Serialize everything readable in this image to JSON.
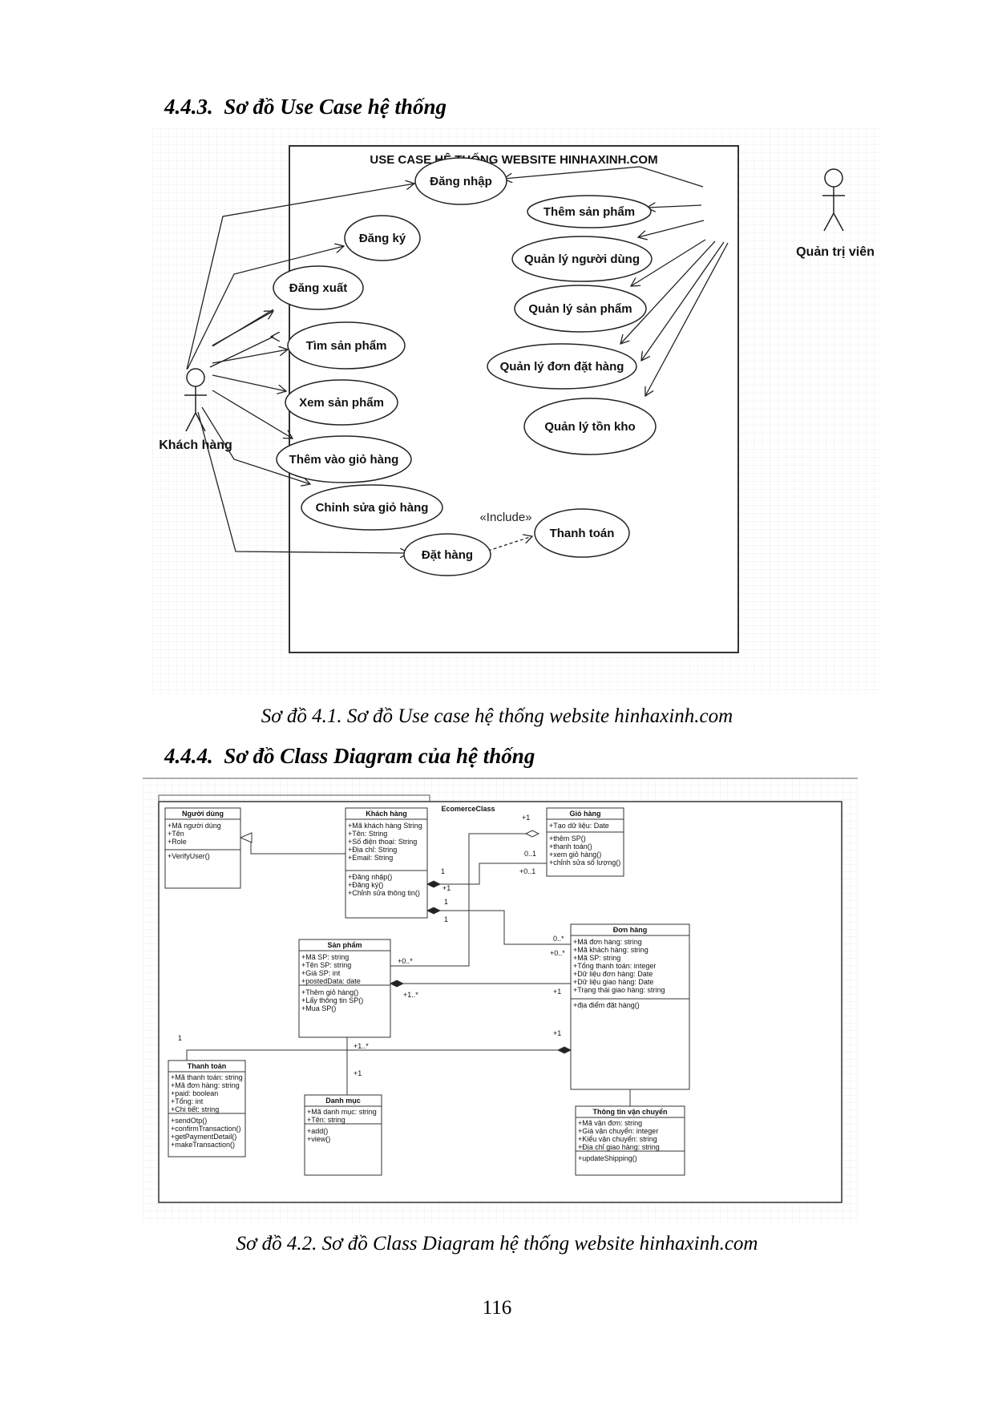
{
  "section1": {
    "number": "4.4.3.",
    "title": "Sơ đồ Use Case hệ thống"
  },
  "usecase": {
    "system_title": "USE CASE HỆ THỐNG WEBSITE HINHAXINH.COM",
    "actors": {
      "customer": "Khách hàng",
      "admin": "Quản trị viên"
    },
    "cases": {
      "login": "Đăng nhập",
      "register": "Đăng ký",
      "logout": "Đăng xuất",
      "search": "Tìm sản phẩm",
      "view": "Xem sản phẩm",
      "add_cart": "Thêm vào giỏ hàng",
      "edit_cart": "Chỉnh sửa giỏ hàng",
      "order": "Đặt hàng",
      "payment": "Thanh toán",
      "add_product": "Thêm sản phẩm",
      "manage_users": "Quản lý người dùng",
      "manage_products": "Quản lý sản phẩm",
      "manage_orders": "Quản lý đơn đặt hàng",
      "manage_stock": "Quản lý tồn kho"
    },
    "include_label": "«Include»"
  },
  "caption1": "Sơ đồ 4.1. Sơ đồ Use case hệ thống website hinhaxinh.com",
  "section2": {
    "number": "4.4.4.",
    "title": "Sơ đồ Class Diagram của hệ thống"
  },
  "classdiagram": {
    "package": "EcomerceClass",
    "nguoidung": {
      "name": "Người dùng",
      "attrs": [
        "+Mã người dùng",
        "+Tên",
        "+Role"
      ],
      "ops": [
        "+VerifyUser()"
      ]
    },
    "khachhang": {
      "name": "Khách hàng",
      "attrs": [
        "+Mã khách hàng String",
        "+Tên: String",
        "+Số điện thoại: String",
        "+Địa chỉ: String",
        "+Email: String"
      ],
      "ops": [
        "+Đăng nhập()",
        "+Đăng ký()",
        "+Chỉnh sửa thông tin()"
      ]
    },
    "giohang": {
      "name": "Giỏ hàng",
      "attrs": [
        "+Tạo dữ liệu: Date"
      ],
      "ops": [
        "+thêm SP()",
        "+thanh toán()",
        "+xem giỏ hàng()",
        "+chỉnh sửa số lượng()"
      ]
    },
    "sanpham": {
      "name": "Sản phẩm",
      "attrs": [
        "+Mã SP: string",
        "+Tên SP: string",
        "+Giá SP: int",
        "+postedData: date"
      ],
      "ops": [
        "+Thêm giỏ hàng()",
        "+Lấy thông tin SP()",
        "+Mua SP()"
      ]
    },
    "donhang": {
      "name": "Đơn hàng",
      "attrs": [
        "+Mã đơn hàng: string",
        "+Mã khách hàng: string",
        "+Mã SP: string",
        "+Tổng thanh toán: integer",
        "+Dữ liệu đơn hàng: Date",
        "+Dữ liệu giao hàng: Date",
        "+Trạng thái giao hàng: string"
      ],
      "ops": [
        "+địa điểm đặt hàng()"
      ]
    },
    "thanhtoan": {
      "name": "Thanh toán",
      "attrs": [
        "+Mã thanh toán: string",
        "+Mã đơn hàng: string",
        "+paid: boolean",
        "+Tổng: int",
        "+Chi tiết: string"
      ],
      "ops": [
        "+sendOtp()",
        "+confirmTransaction()",
        "+getPaymentDetail()",
        "+makeTransaction()"
      ]
    },
    "danhmuc": {
      "name": "Danh mục",
      "attrs": [
        "+Mã danh mục: string",
        "+Tên: string"
      ],
      "ops": [
        "+add()",
        "+view()"
      ]
    },
    "vanchuyen": {
      "name": "Thông tin vận chuyển",
      "attrs": [
        "+Mã vận đơn: string",
        "+Giá vận chuyển: integer",
        "+Kiểu vận chuyển: string",
        "+Địa chỉ giao hàng: string"
      ],
      "ops": [
        "+updateShipping()"
      ]
    },
    "mult": {
      "gh_sp": "+1",
      "gh_kh_a": "0..1",
      "gh_kh_b": "+0..1",
      "kh_gh_a": "1",
      "kh_gh_b": "+1",
      "kh_dh_a": "1",
      "kh_dh_b": "1",
      "dh_kh_a": "0..*",
      "dh_kh_b": "+0..*",
      "sp_gh": "+0..*",
      "sp_dh_a": "+1..*",
      "dh_sp": "+1",
      "tt_a": "1",
      "dh_tt": "+1",
      "sp_dm": "+1..*",
      "dm_sp": "+1"
    }
  },
  "caption2": "Sơ đồ 4.2. Sơ đồ Class Diagram hệ thống website hinhaxinh.com",
  "page_number": "116"
}
